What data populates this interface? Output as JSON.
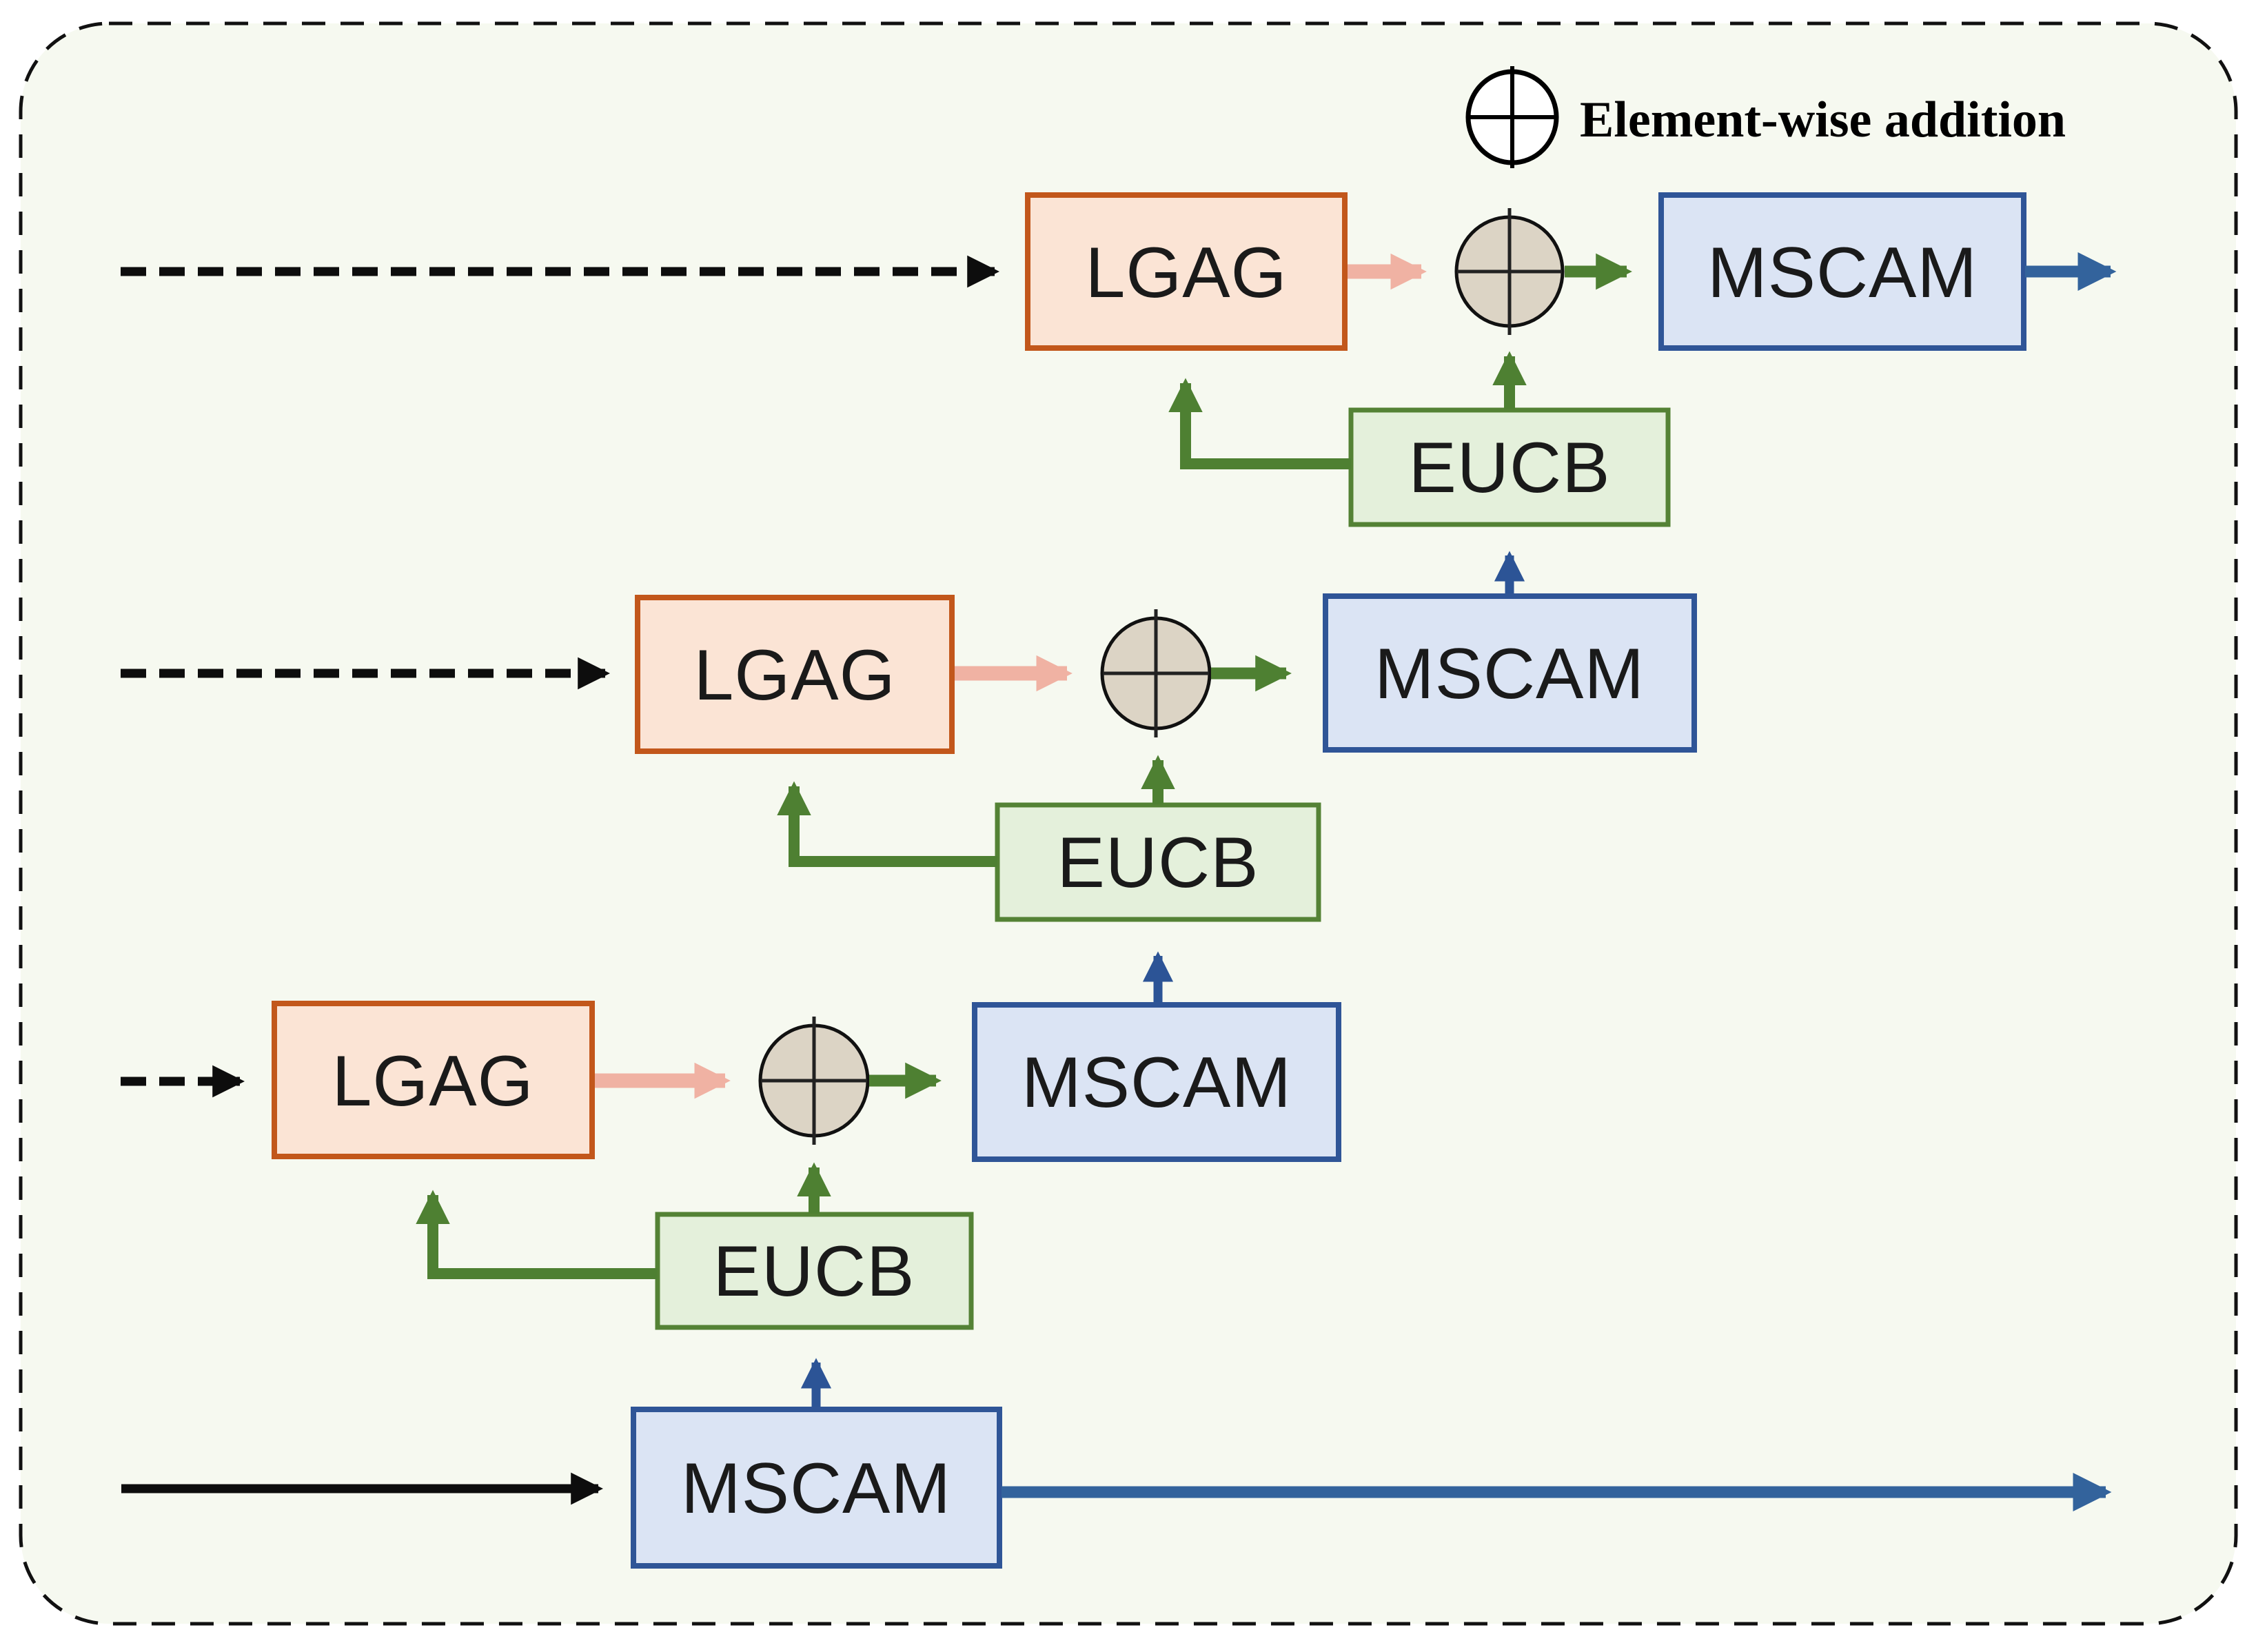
{
  "figure": {
    "type": "architecture-diagram",
    "description": "Cascaded decoder: three LGAG + element-wise-addition + MSCAM stages fed by EUCB up-convolution blocks, with a bottom MSCAM bottleneck stage"
  },
  "legend": {
    "symbol": "plus-in-circle",
    "label": "Element-wise addition"
  },
  "stages": [
    {
      "lgag": "LGAG",
      "eucb": "EUCB",
      "mscam": "MSCAM",
      "adder": "element-wise-addition"
    },
    {
      "lgag": "LGAG",
      "eucb": "EUCB",
      "mscam": "MSCAM",
      "adder": "element-wise-addition"
    },
    {
      "lgag": "LGAG",
      "eucb": "EUCB",
      "mscam": "MSCAM",
      "adder": "element-wise-addition"
    }
  ],
  "bottom": {
    "mscam": "MSCAM"
  },
  "colors": {
    "background": "#F6F9F0",
    "lgag_fill": "#FBE4D5",
    "lgag_border": "#C2571B",
    "mscam_fill": "#DBE4F4",
    "mscam_border": "#2F5597",
    "eucb_fill": "#E4F0DB",
    "eucb_border": "#548235",
    "adder_fill": "#DCD4C5",
    "green_arrow": "#4E8032",
    "pink_arrow": "#F0B2A3",
    "blue_arrow": "#33639C",
    "blue_arrow_dark": "#2C5496"
  }
}
